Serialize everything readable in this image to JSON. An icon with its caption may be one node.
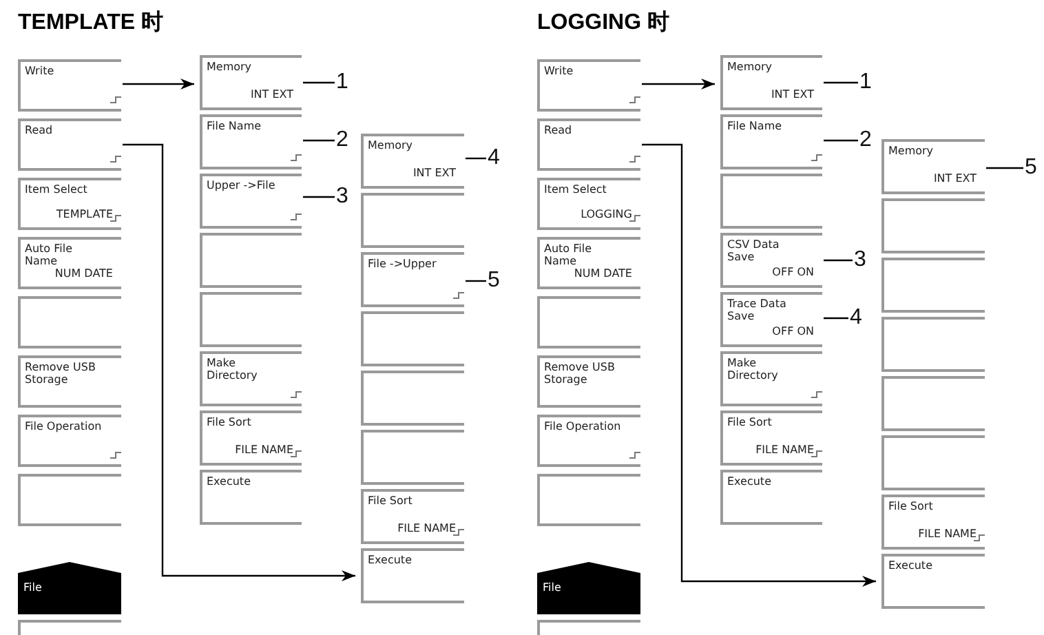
{
  "diagram": {
    "nodes": [
      {
        "text": [
          "Write"
        ]
      },
      {
        "text": [
          "Read"
        ]
      },
      {
        "text": [
          "Item Select",
          "TEMPLATE"
        ]
      },
      {
        "text": [
          "Auto File Name",
          "NUM DATE"
        ]
      },
      {
        "text": [],
        "shape": "box"
      },
      {
        "text": [
          "Remove USB Storage"
        ]
      },
      {
        "text": [
          "File Operation"
        ]
      },
      {
        "text": [],
        "shape": "box"
      },
      {
        "text": [
          "File"
        ]
      },
      {
        "text": [],
        "shape": "box"
      },
      {
        "text": [
          "Memory",
          "INT EXT"
        ]
      },
      {
        "text": [
          "File Name"
        ]
      },
      {
        "text": [
          "Upper ->File"
        ]
      },
      {
        "text": [],
        "shape": "box"
      },
      {
        "text": [],
        "shape": "box"
      },
      {
        "text": [
          "Make Directory"
        ]
      },
      {
        "text": [
          "File Sort",
          "FILE NAME"
        ]
      },
      {
        "text": [
          "Execute"
        ]
      },
      {
        "text": [
          "Memory",
          "INT EXT"
        ]
      },
      {
        "text": [],
        "shape": "box"
      },
      {
        "text": [
          "File ->Upper"
        ]
      },
      {
        "text": [],
        "shape": "box"
      },
      {
        "text": [],
        "shape": "box"
      },
      {
        "text": [],
        "shape": "box"
      },
      {
        "text": [
          "File Sort",
          "FILE NAME"
        ]
      },
      {
        "text": [
          "Execute"
        ]
      },
      {
        "text": [
          "1"
        ]
      },
      {
        "text": [
          "2"
        ]
      },
      {
        "text": [
          "3"
        ]
      },
      {
        "text": [
          "4"
        ]
      },
      {
        "text": [
          "5"
        ]
      },
      {
        "text": [
          "Write"
        ]
      },
      {
        "text": [
          "Read"
        ]
      },
      {
        "text": [
          "Item Select",
          "LOGGING"
        ]
      },
      {
        "text": [
          "Auto File Name",
          "NUM DATE"
        ]
      },
      {
        "text": [],
        "shape": "box"
      },
      {
        "text": [
          "Remove USB Storage"
        ]
      },
      {
        "text": [
          "File Operation"
        ]
      },
      {
        "text": [],
        "shape": "box"
      },
      {
        "text": [
          "File"
        ]
      },
      {
        "text": [],
        "shape": "box"
      },
      {
        "text": [
          "Memory",
          "INT EXT"
        ]
      },
      {
        "text": [
          "File Name"
        ]
      },
      {
        "text": [],
        "shape": "box"
      },
      {
        "text": [
          "CSV Data Save",
          "OFF ON"
        ]
      },
      {
        "text": [
          "Trace Data Save",
          "OFF ON"
        ]
      },
      {
        "text": [
          "Make Directory"
        ]
      },
      {
        "text": [
          "File Sort",
          "FILE NAME"
        ]
      },
      {
        "text": [
          "Execute"
        ]
      },
      {
        "text": [
          "Memory",
          "INT EXT"
        ]
      },
      {
        "text": [],
        "shape": "box"
      },
      {
        "text": [],
        "shape": "box"
      },
      {
        "text": [],
        "shape": "box"
      },
      {
        "text": [],
        "shape": "box"
      },
      {
        "text": [],
        "shape": "box"
      },
      {
        "text": [
          "File Sort",
          "FILE NAME"
        ]
      },
      {
        "text": [
          "Execute"
        ]
      },
      {
        "text": [
          "1"
        ]
      },
      {
        "text": [
          "2"
        ]
      },
      {
        "text": [
          "3"
        ]
      },
      {
        "text": [
          "4"
        ]
      },
      {
        "text": [
          "5"
        ]
      }
    ],
    "edges": [
      {
        "from": 0,
        "to": 10,
        "arrow": "to"
      },
      {
        "from": 1,
        "to": 25,
        "arrow": "to"
      },
      {
        "from": 26,
        "to": 10,
        "arrow": "none"
      },
      {
        "from": 27,
        "to": 11,
        "arrow": "none"
      },
      {
        "from": 28,
        "to": 12,
        "arrow": "none"
      },
      {
        "from": 29,
        "to": 18,
        "arrow": "none"
      },
      {
        "from": 30,
        "to": 20,
        "arrow": "none"
      },
      {
        "from": 31,
        "to": 41,
        "arrow": "to"
      },
      {
        "from": 32,
        "to": 56,
        "arrow": "to"
      },
      {
        "from": 57,
        "to": 41,
        "arrow": "none"
      },
      {
        "from": 58,
        "to": 42,
        "arrow": "none"
      },
      {
        "from": 59,
        "to": 44,
        "arrow": "none"
      },
      {
        "from": 60,
        "to": 45,
        "arrow": "none"
      },
      {
        "from": 61,
        "to": 49,
        "arrow": "none"
      }
    ],
    "labels": [
      "TEMPLATE 时",
      "LOGGING 时"
    ]
  }
}
